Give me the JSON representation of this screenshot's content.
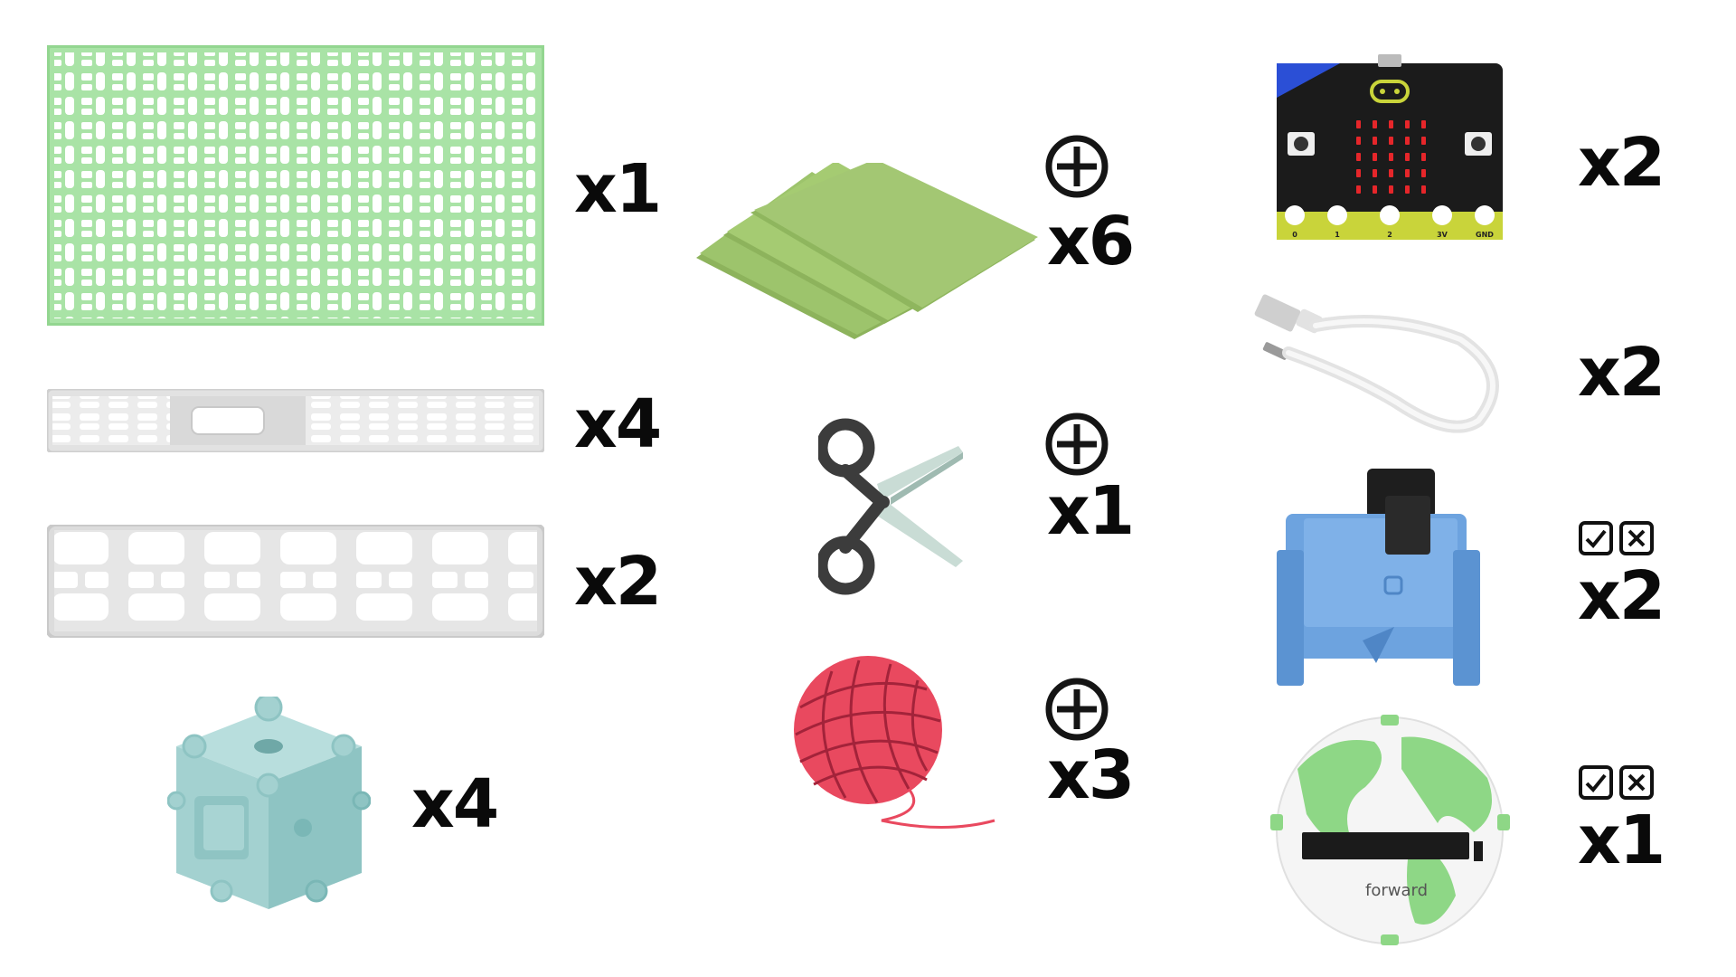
{
  "left_column": {
    "green_grid_panel": {
      "quantity": "x1",
      "color": "#a9e3a6"
    },
    "small_white_beam": {
      "quantity": "x4",
      "color": "#ececec"
    },
    "large_white_beam": {
      "quantity": "x2",
      "color": "#ececec"
    },
    "cube_connector": {
      "quantity": "x4",
      "color": "#a3d1d0"
    }
  },
  "middle_column": {
    "green_paper_sheets": {
      "quantity": "x6",
      "color": "#9dc46c",
      "optional_icon": "plus-circle-icon"
    },
    "scissors": {
      "quantity": "x1",
      "optional_icon": "plus-circle-icon"
    },
    "yarn_ball": {
      "quantity": "x3",
      "color": "#e9495f",
      "optional_icon": "plus-circle-icon"
    }
  },
  "right_column": {
    "microbit_board": {
      "quantity": "x2",
      "pin_labels": [
        "0",
        "1",
        "2",
        "3V",
        "GND"
      ],
      "led_color": "#e6262a"
    },
    "usb_cable": {
      "quantity": "x2"
    },
    "battery_case": {
      "quantity": "x2",
      "color": "#6da3df",
      "choice_icons": [
        "check-box-icon",
        "x-box-icon"
      ]
    },
    "forward_board": {
      "quantity": "x1",
      "logo_text": "forward",
      "color": "#8ed786",
      "choice_icons": [
        "check-box-icon",
        "x-box-icon"
      ]
    }
  }
}
